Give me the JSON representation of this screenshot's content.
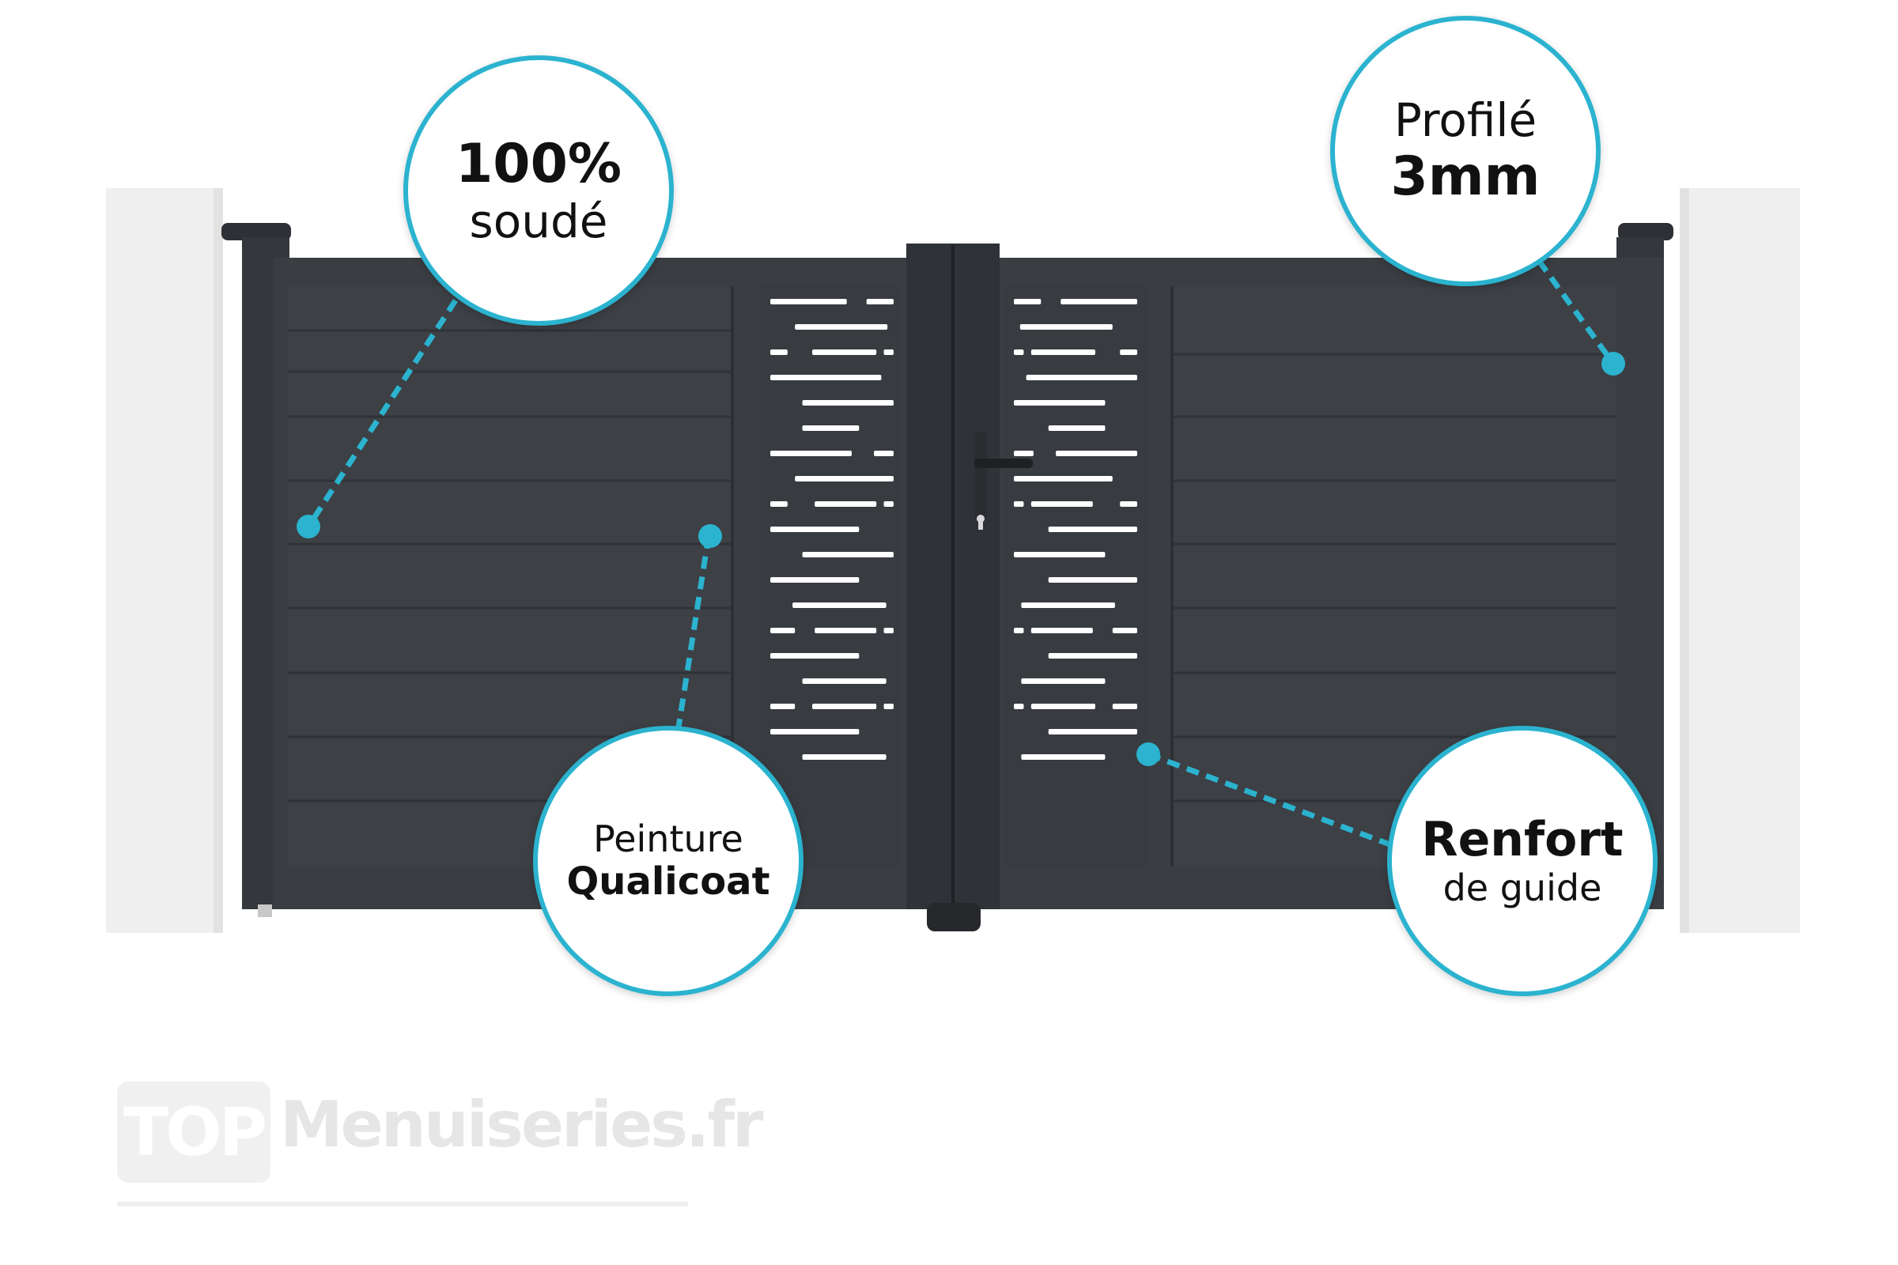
{
  "callouts": {
    "welded": {
      "value": "100%",
      "label": "soudé"
    },
    "profile": {
      "label": "Profilé",
      "value": "3mm"
    },
    "paint": {
      "label": "Peinture",
      "value": "Qualicoat"
    },
    "guide": {
      "label": "Renfort",
      "sublabel": "de guide"
    }
  },
  "logo": {
    "badge": "TOP",
    "name": "Menuiseries.fr"
  },
  "colors": {
    "accent": "#2bb3cf",
    "gate": "#3a3d42",
    "pillar": "#efefef",
    "logo": "#e6e6e6"
  }
}
